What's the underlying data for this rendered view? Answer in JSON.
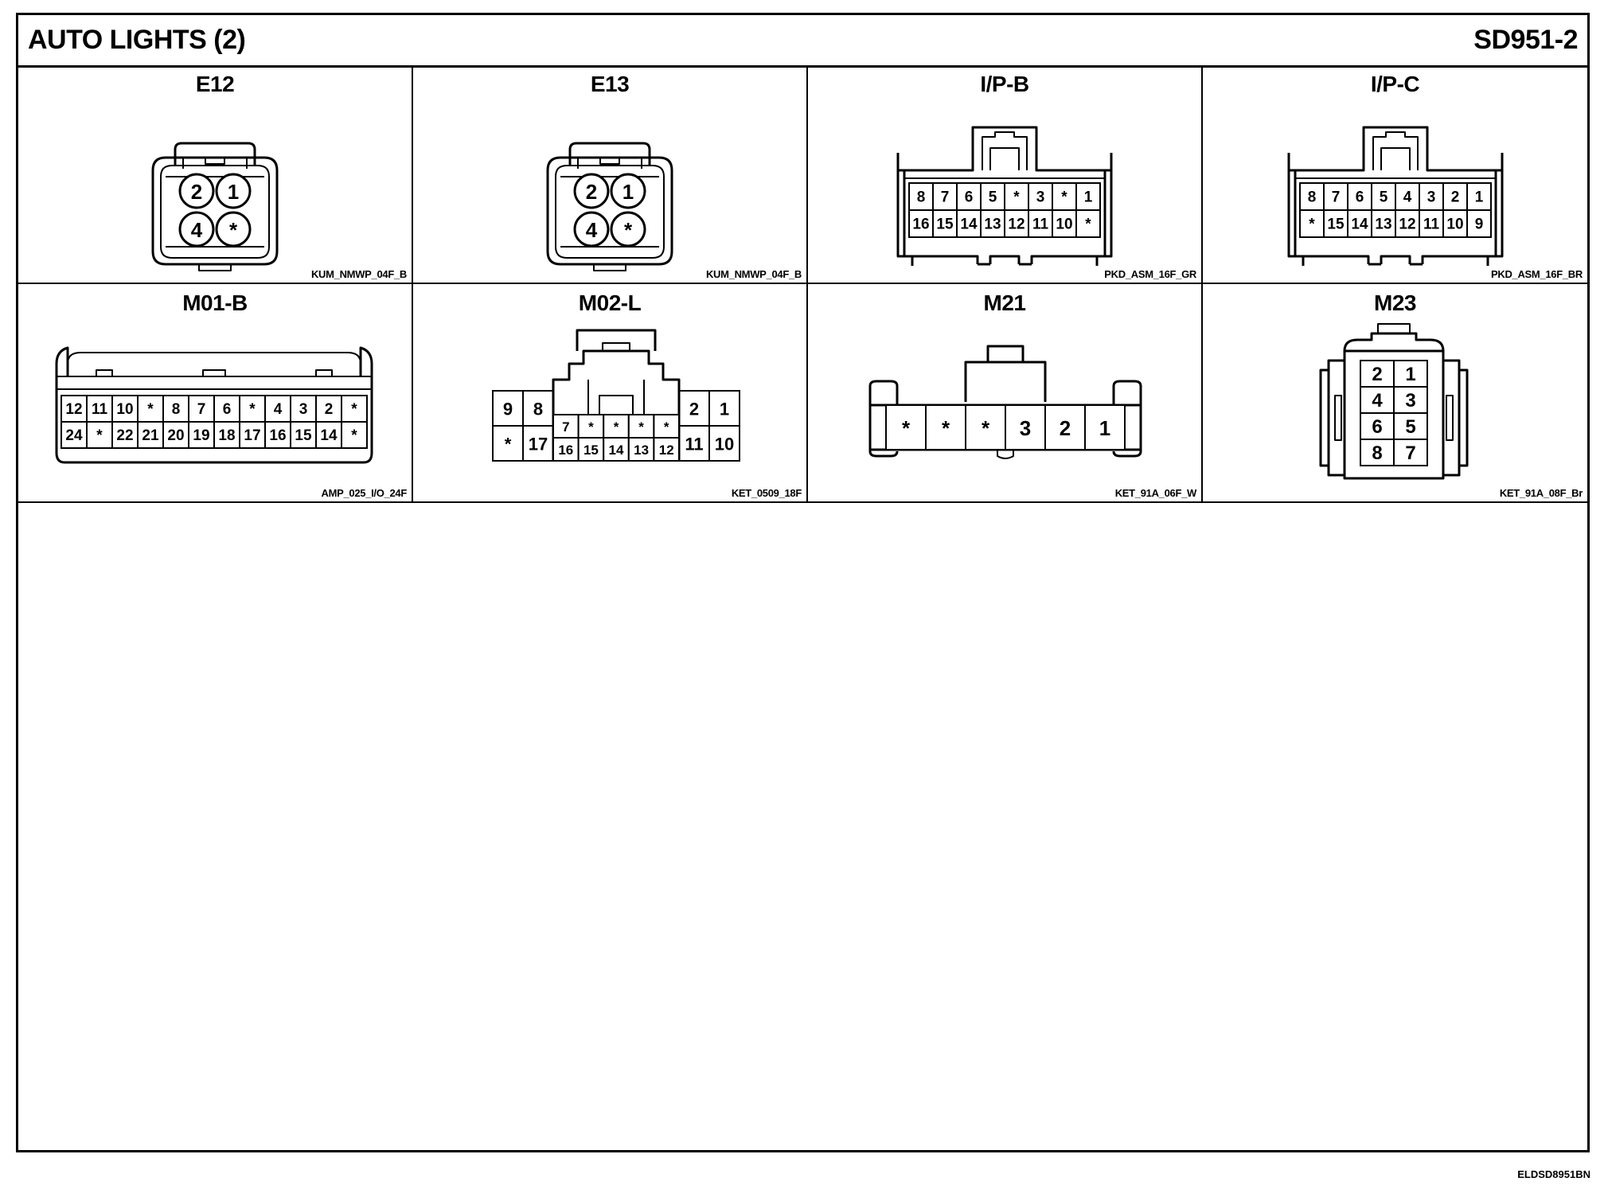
{
  "header": {
    "title": "AUTO LIGHTS (2)",
    "code": "SD951-2"
  },
  "footer": {
    "code": "ELDSD8951BN"
  },
  "connectors": [
    {
      "name": "E12",
      "part": "KUM_NMWP_04F_B",
      "rows": [
        [
          "2",
          "1"
        ],
        [
          "4",
          "*"
        ]
      ]
    },
    {
      "name": "E13",
      "part": "KUM_NMWP_04F_B",
      "rows": [
        [
          "2",
          "1"
        ],
        [
          "4",
          "*"
        ]
      ]
    },
    {
      "name": "I/P-B",
      "part": "PKD_ASM_16F_GR",
      "rows": [
        [
          "8",
          "7",
          "6",
          "5",
          "*",
          "3",
          "*",
          "1"
        ],
        [
          "16",
          "15",
          "14",
          "13",
          "12",
          "11",
          "10",
          "*"
        ]
      ]
    },
    {
      "name": "I/P-C",
      "part": "PKD_ASM_16F_BR",
      "rows": [
        [
          "8",
          "7",
          "6",
          "5",
          "4",
          "3",
          "2",
          "1"
        ],
        [
          "*",
          "15",
          "14",
          "13",
          "12",
          "11",
          "10",
          "9"
        ]
      ]
    },
    {
      "name": "M01-B",
      "part": "AMP_025_I/O_24F",
      "rows": [
        [
          "12",
          "11",
          "10",
          "*",
          "8",
          "7",
          "6",
          "*",
          "4",
          "3",
          "2",
          "*"
        ],
        [
          "24",
          "*",
          "22",
          "21",
          "20",
          "19",
          "18",
          "17",
          "16",
          "15",
          "14",
          "*"
        ]
      ]
    },
    {
      "name": "M02-L",
      "part": "KET_0509_18F",
      "left": [
        [
          "9",
          "8"
        ],
        [
          "*",
          "17"
        ]
      ],
      "mid": [
        [
          "7",
          "*",
          "*",
          "*",
          "*"
        ],
        [
          "16",
          "15",
          "14",
          "13",
          "12"
        ]
      ],
      "right": [
        [
          "2",
          "1"
        ],
        [
          "11",
          "10"
        ]
      ]
    },
    {
      "name": "M21",
      "part": "KET_91A_06F_W",
      "rows": [
        [
          "*",
          "*",
          "*",
          "3",
          "2",
          "1"
        ]
      ]
    },
    {
      "name": "M23",
      "part": "KET_91A_08F_Br",
      "rows": [
        [
          "2",
          "1"
        ],
        [
          "4",
          "3"
        ],
        [
          "6",
          "5"
        ],
        [
          "8",
          "7"
        ]
      ]
    }
  ]
}
